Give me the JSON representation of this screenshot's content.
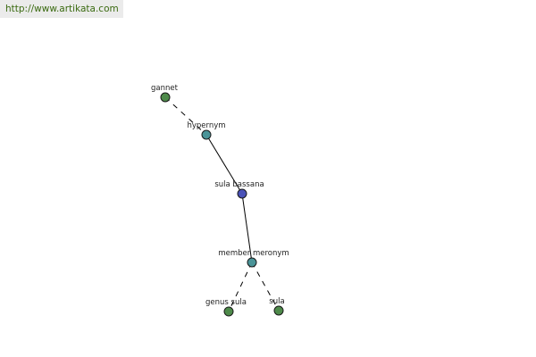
{
  "header": {
    "url": "http://www.artikata.com"
  },
  "colors": {
    "leaf": "#4e8a4a",
    "relation": "#4a9498",
    "center": "#4a52b8",
    "edge": "#000000",
    "banner_text": "#3a6a10",
    "banner_bg": "#ebebeb"
  },
  "graph": {
    "nodes": [
      {
        "id": "gannet",
        "label": "gannet",
        "kind": "leaf"
      },
      {
        "id": "hypernym",
        "label": "hypernym",
        "kind": "relation"
      },
      {
        "id": "sula_bassana",
        "label": "sula bassana",
        "kind": "center"
      },
      {
        "id": "member_meronym",
        "label": "member meronym",
        "kind": "relation"
      },
      {
        "id": "genus_sula",
        "label": "genus sula",
        "kind": "leaf"
      },
      {
        "id": "sula",
        "label": "sula",
        "kind": "leaf"
      }
    ],
    "edges": [
      {
        "from": "gannet",
        "to": "hypernym",
        "style": "dashed"
      },
      {
        "from": "hypernym",
        "to": "sula_bassana",
        "style": "solid"
      },
      {
        "from": "sula_bassana",
        "to": "member_meronym",
        "style": "solid"
      },
      {
        "from": "member_meronym",
        "to": "genus_sula",
        "style": "dashed"
      },
      {
        "from": "member_meronym",
        "to": "sula",
        "style": "dashed"
      }
    ]
  }
}
